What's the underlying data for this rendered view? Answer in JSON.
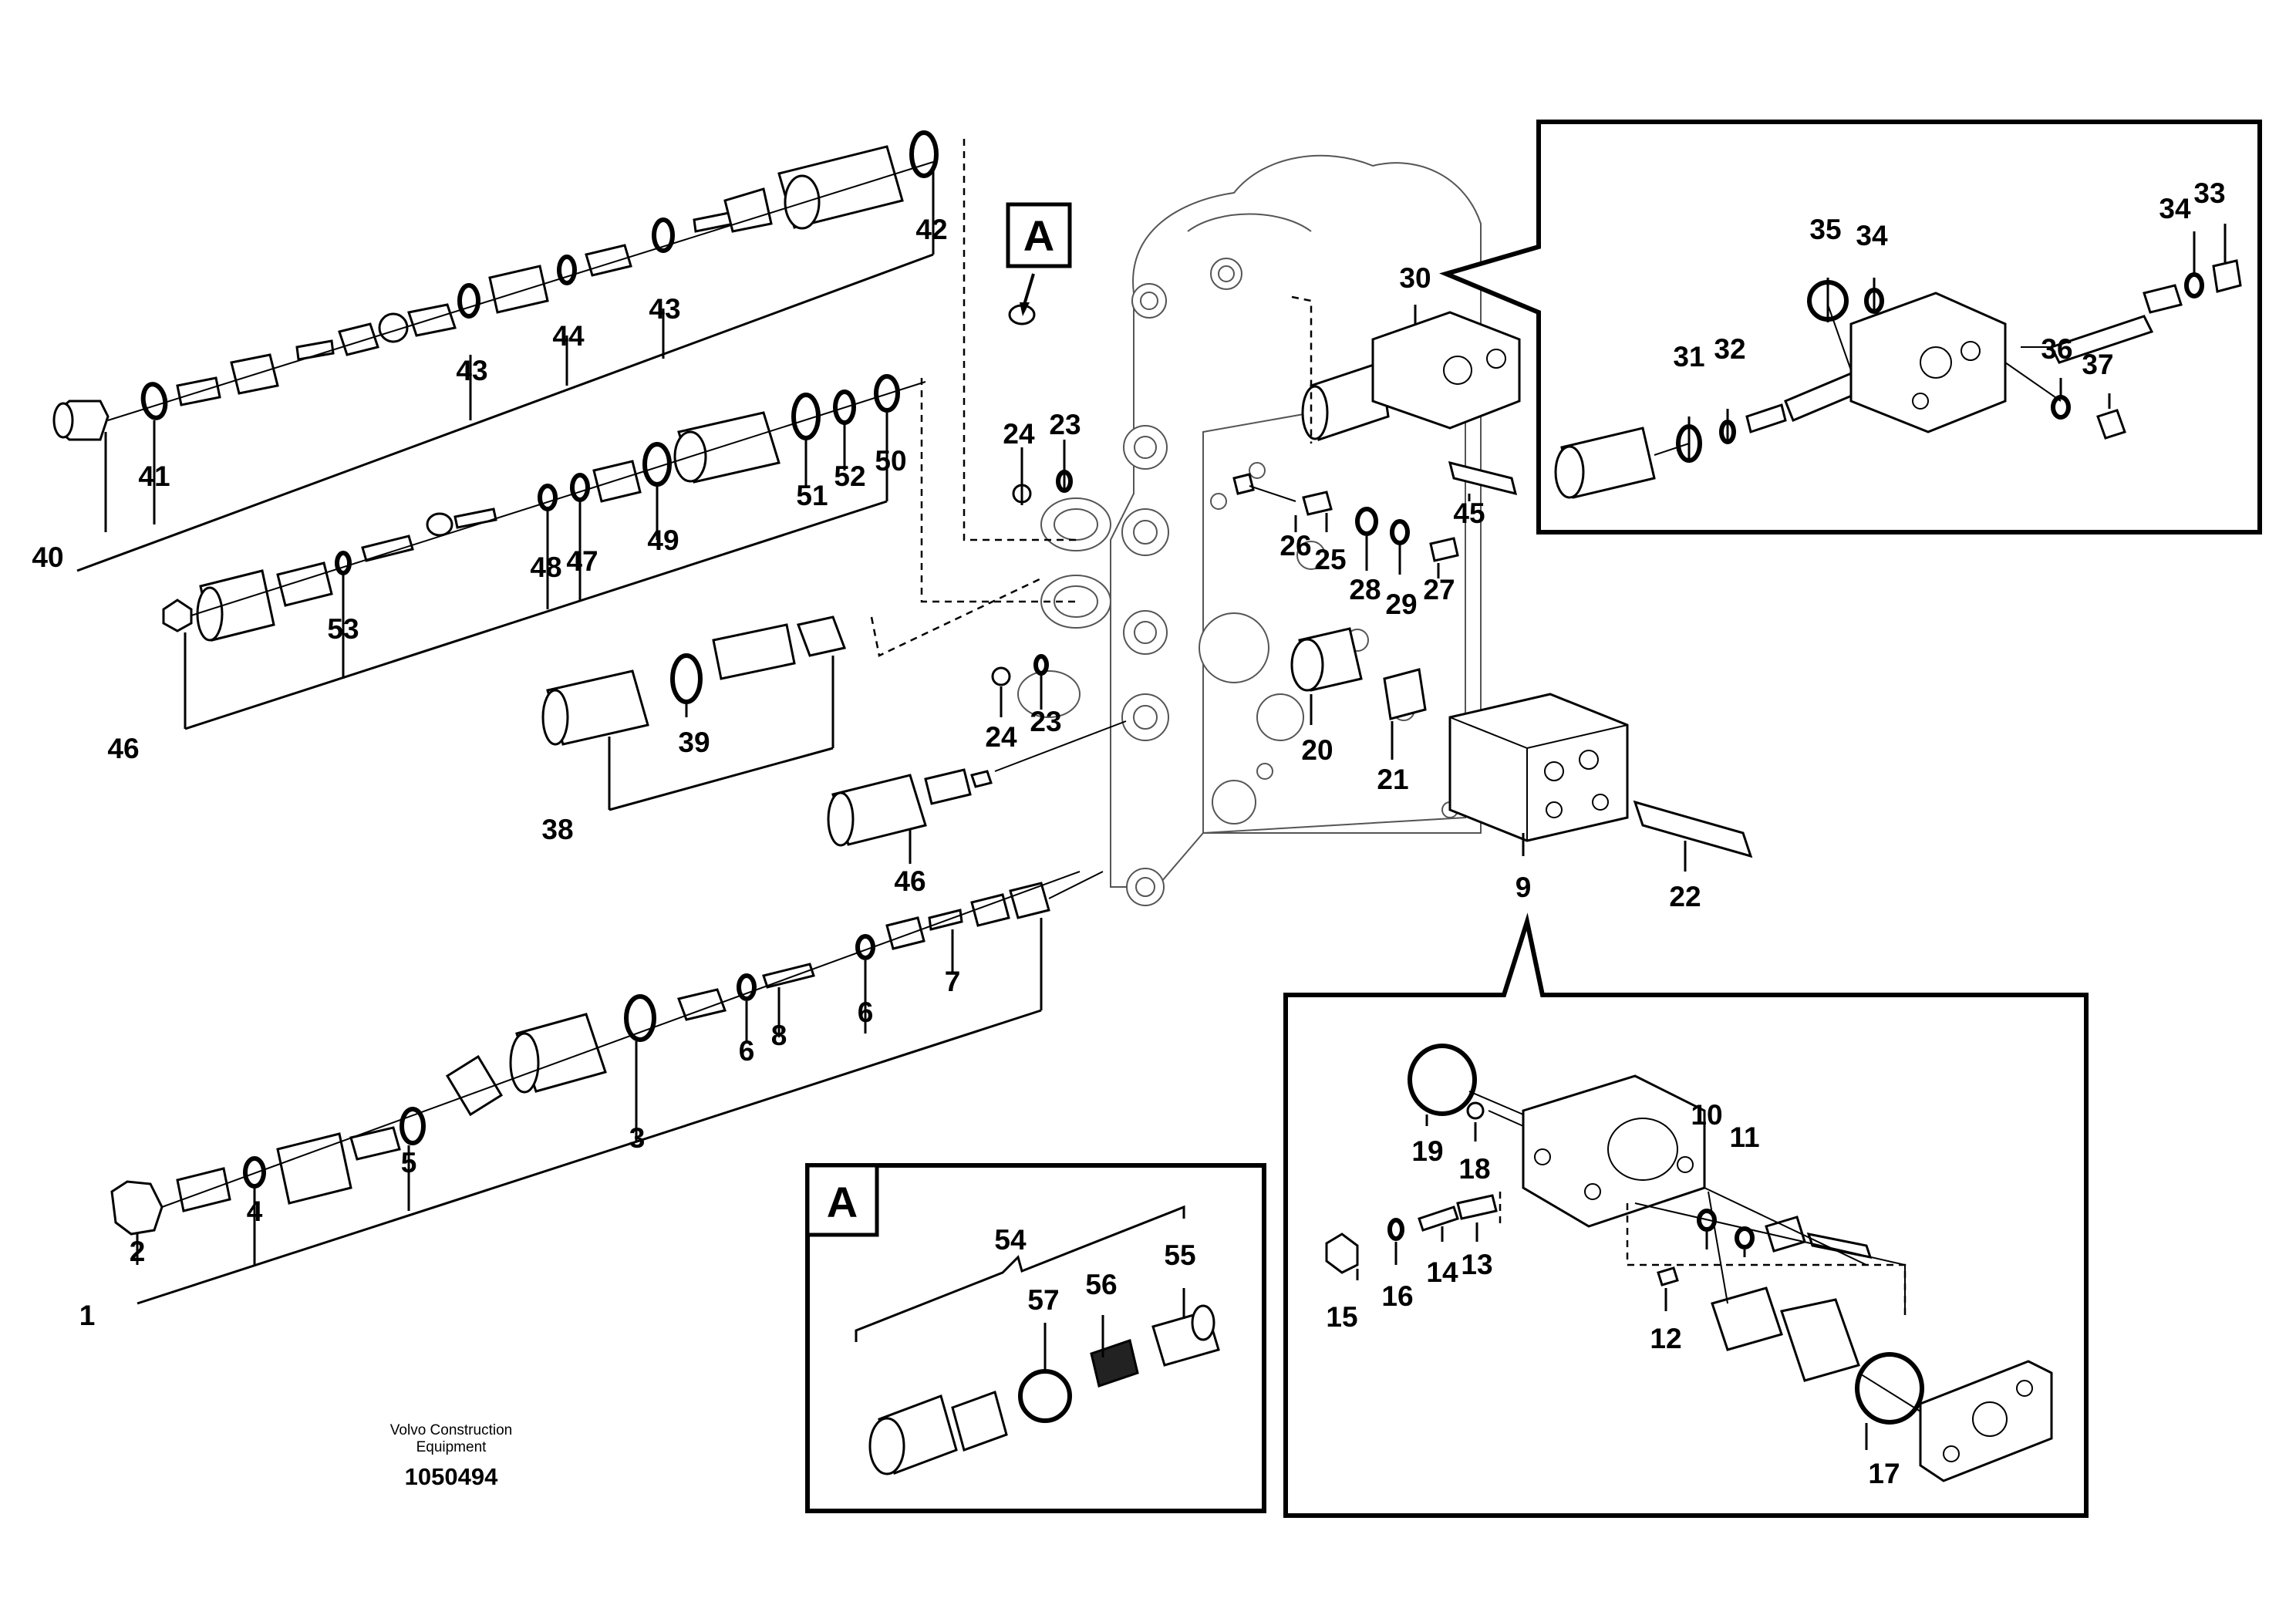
{
  "labels": {
    "1": "1",
    "2": "2",
    "3": "3",
    "4": "4",
    "5": "5",
    "6a": "6",
    "6b": "6",
    "7": "7",
    "8": "8",
    "9": "9",
    "10": "10",
    "11": "11",
    "12": "12",
    "13": "13",
    "14": "14",
    "15": "15",
    "16": "16",
    "17": "17",
    "18": "18",
    "19": "19",
    "20": "20",
    "21": "21",
    "22": "22",
    "23a": "23",
    "23b": "23",
    "24a": "24",
    "24b": "24",
    "25": "25",
    "26": "26",
    "27": "27",
    "28": "28",
    "29": "29",
    "30": "30",
    "31": "31",
    "32": "32",
    "33": "33",
    "34a": "34",
    "34b": "34",
    "35": "35",
    "36": "36",
    "37": "37",
    "38": "38",
    "39": "39",
    "40": "40",
    "41": "41",
    "42": "42",
    "43a": "43",
    "43b": "43",
    "44": "44",
    "45": "45",
    "46a": "46",
    "46b": "46",
    "47": "47",
    "48": "48",
    "49": "49",
    "50": "50",
    "51": "51",
    "52": "52",
    "53": "53",
    "54": "54",
    "55": "55",
    "56": "56",
    "57": "57"
  },
  "callouts": {
    "a_top": "A",
    "a_detail": "A"
  },
  "footer": {
    "brand_line1": "Volvo Construction",
    "brand_line2": "Equipment",
    "drawing_number": "1050494"
  }
}
